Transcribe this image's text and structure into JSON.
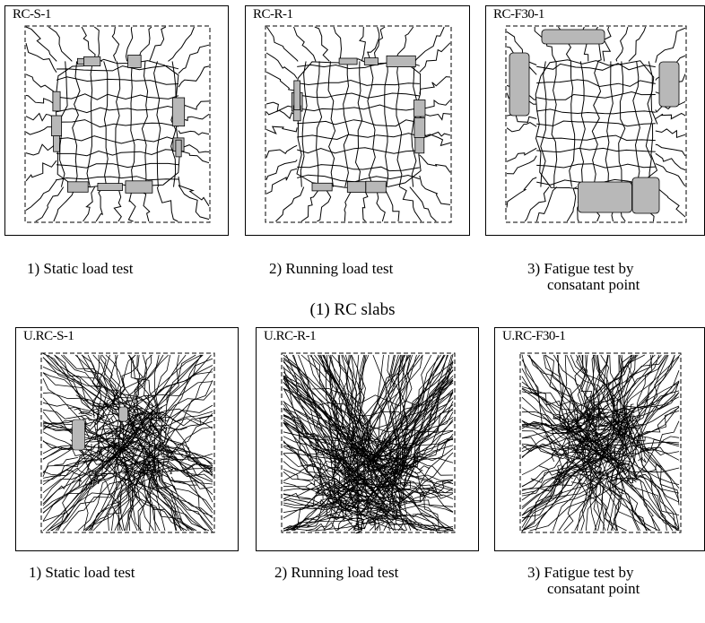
{
  "top_row": {
    "panels": [
      {
        "label": "RC-S-1"
      },
      {
        "label": "RC-R-1"
      },
      {
        "label": "RC-F30-1"
      }
    ],
    "captions": [
      {
        "line1": "1) Static load test",
        "line2": ""
      },
      {
        "line1": "2) Running load test",
        "line2": ""
      },
      {
        "line1": "3) Fatigue test by",
        "line2": "consatant point"
      }
    ]
  },
  "section_title": "(1) RC slabs",
  "bottom_row": {
    "panels": [
      {
        "label": "U.RC-S-1"
      },
      {
        "label": "U.RC-R-1"
      },
      {
        "label": "U.RC-F30-1"
      }
    ],
    "captions": [
      {
        "line1": "1) Static load test",
        "line2": ""
      },
      {
        "line1": "2) Running load test",
        "line2": ""
      },
      {
        "line1": "3) Fatigue test by",
        "line2": "consatant point"
      }
    ]
  },
  "colors": {
    "line": "#000000",
    "spall_fill": "#b8b8b8",
    "background": "#ffffff"
  }
}
